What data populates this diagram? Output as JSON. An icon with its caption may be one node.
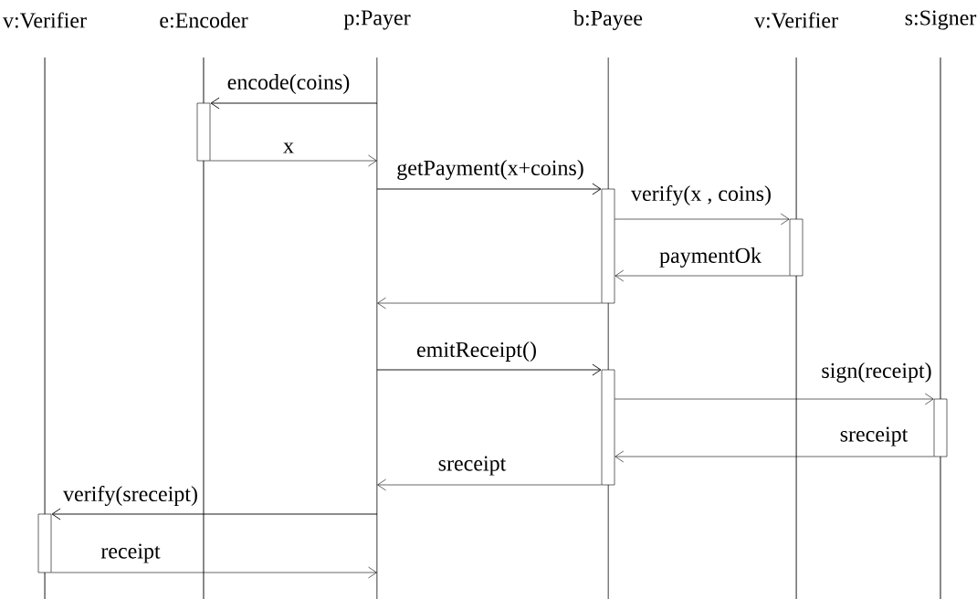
{
  "diagram": {
    "nodes": [
      {
        "text": [
          "v:Verifier"
        ]
      },
      {
        "text": [
          "e:Encoder"
        ]
      },
      {
        "text": [
          "p:Payer"
        ]
      },
      {
        "text": [
          "b:Payee"
        ]
      },
      {
        "text": [
          "v:Verifier"
        ]
      },
      {
        "text": [
          "s:Signer"
        ]
      },
      {
        "text": [],
        "shape": "bar",
        "in": 1
      },
      {
        "text": [],
        "shape": "bar",
        "in": 3
      },
      {
        "text": [],
        "shape": "bar",
        "in": 4
      },
      {
        "text": [],
        "shape": "bar",
        "in": 3
      },
      {
        "text": [],
        "shape": "bar",
        "in": 5
      },
      {
        "text": [],
        "shape": "bar",
        "in": 0
      }
    ],
    "edges": [
      {
        "from": 2,
        "to": 6,
        "arrow": "to",
        "label": "encode(coins)"
      },
      {
        "from": 6,
        "to": 2,
        "arrow": "to",
        "label": "x"
      },
      {
        "from": 2,
        "to": 7,
        "arrow": "to",
        "label": "getPayment(x+coins)"
      },
      {
        "from": 7,
        "to": 8,
        "arrow": "to",
        "label": "verify(x , coins)"
      },
      {
        "from": 8,
        "to": 7,
        "arrow": "to",
        "label": "paymentOk"
      },
      {
        "from": 7,
        "to": 2,
        "arrow": "to"
      },
      {
        "from": 2,
        "to": 9,
        "arrow": "to",
        "label": "emitReceipt()"
      },
      {
        "from": 9,
        "to": 10,
        "arrow": "to",
        "label": "sign(receipt)"
      },
      {
        "from": 10,
        "to": 9,
        "arrow": "to",
        "label": "sreceipt"
      },
      {
        "from": 9,
        "to": 2,
        "arrow": "to",
        "label": "sreceipt"
      },
      {
        "from": 2,
        "to": 11,
        "arrow": "to",
        "label": "verify(sreceipt)"
      },
      {
        "from": 11,
        "to": 2,
        "arrow": "to",
        "label": "receipt"
      }
    ]
  }
}
